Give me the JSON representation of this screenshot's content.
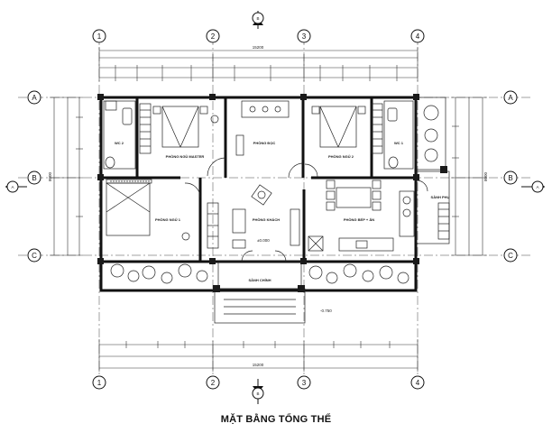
{
  "title": "MẶT BẰNG TỔNG THỂ",
  "grid_columns": [
    "1",
    "2",
    "3",
    "4"
  ],
  "grid_rows": [
    "A",
    "B",
    "C"
  ],
  "section_marks": [
    "B",
    "B",
    "A",
    "A"
  ],
  "rooms": {
    "wc1": "WC 2",
    "wc2": "WC 1",
    "master": "PHÒNG NGỦ MASTER",
    "study": "PHÒNG ĐỌC",
    "bed1": "PHÒNG NGỦ 1",
    "bed2": "PHÒNG NGỦ 2",
    "living": "PHÒNG KHÁCH",
    "dining": "PHÒNG BẾP + ĂN",
    "porch": "SẢNH CHÍNH",
    "side": "SẢNH PHỤ"
  },
  "levels": {
    "floor": "±0.000",
    "ground": "-0.750"
  },
  "dims": {
    "top_total": "15200",
    "bot_total": "15200",
    "left_total": "8000",
    "right_total": "8000"
  }
}
